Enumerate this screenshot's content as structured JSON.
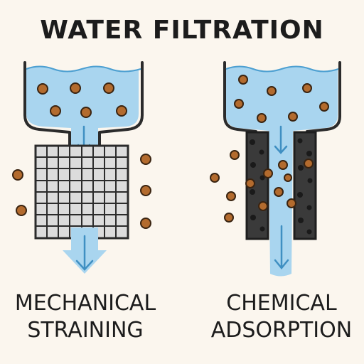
{
  "title": "WATER FILTRATION",
  "panels": [
    {
      "label_line1": "MECHANICAL",
      "label_line2": "STRAINING"
    },
    {
      "label_line1": "CHEMICAL",
      "label_line2": "ADSORPTION"
    }
  ],
  "colors": {
    "water": "#a9d5ef",
    "outline": "#2b2b2b",
    "particle": "#b36b2e",
    "carbon": "#3a3a3a",
    "mesh": "#dcdcdc",
    "arrow": "#3f8fc2",
    "background": "#fbf6ee"
  }
}
